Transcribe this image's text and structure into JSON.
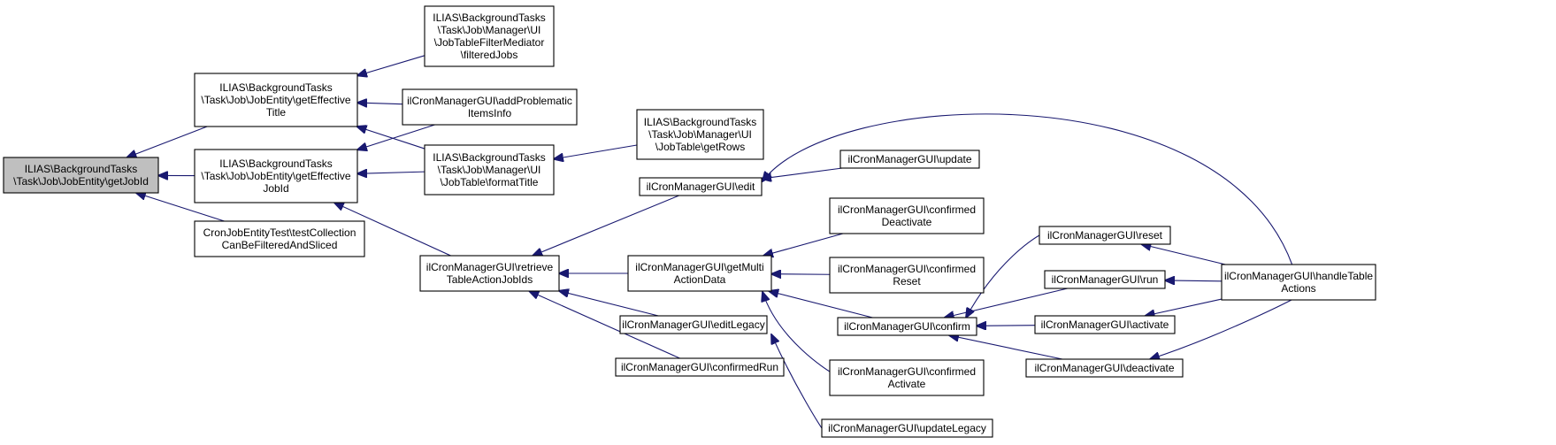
{
  "colors": {
    "edge": "#191970",
    "root_fill": "#bfbfbf",
    "node_fill": "#ffffff",
    "border": "#000000"
  },
  "nodes": [
    {
      "id": "n0",
      "lines": [
        "ILIAS\\BackgroundTasks",
        "\\Task\\Job\\JobEntity\\getJobId"
      ],
      "root": true
    },
    {
      "id": "n1",
      "lines": [
        "ILIAS\\BackgroundTasks",
        "\\Task\\Job\\JobEntity\\getEffective",
        "Title"
      ]
    },
    {
      "id": "n2",
      "lines": [
        "ILIAS\\BackgroundTasks",
        "\\Task\\Job\\JobEntity\\getEffective",
        "JobId"
      ]
    },
    {
      "id": "n3",
      "lines": [
        "CronJobEntityTest\\testCollection",
        "CanBeFilteredAndSliced"
      ]
    },
    {
      "id": "n4",
      "lines": [
        "ILIAS\\BackgroundTasks",
        "\\Task\\Job\\Manager\\UI",
        "\\JobTableFilterMediator",
        "\\filteredJobs"
      ]
    },
    {
      "id": "n5",
      "lines": [
        "ilCronManagerGUI\\addProblematic",
        "ItemsInfo"
      ]
    },
    {
      "id": "n6",
      "lines": [
        "ILIAS\\BackgroundTasks",
        "\\Task\\Job\\Manager\\UI",
        "\\JobTable\\formatTitle"
      ]
    },
    {
      "id": "n7",
      "lines": [
        "ilCronManagerGUI\\retrieve",
        "TableActionJobIds"
      ]
    },
    {
      "id": "n8",
      "lines": [
        "ILIAS\\BackgroundTasks",
        "\\Task\\Job\\Manager\\UI",
        "\\JobTable\\getRows"
      ]
    },
    {
      "id": "n9",
      "lines": [
        "ilCronManagerGUI\\edit"
      ]
    },
    {
      "id": "n10",
      "lines": [
        "ilCronManagerGUI\\getMulti",
        "ActionData"
      ]
    },
    {
      "id": "n11",
      "lines": [
        "ilCronManagerGUI\\editLegacy"
      ]
    },
    {
      "id": "n12",
      "lines": [
        "ilCronManagerGUI\\confirmedRun"
      ]
    },
    {
      "id": "n13",
      "lines": [
        "ilCronManagerGUI\\update"
      ]
    },
    {
      "id": "n14",
      "lines": [
        "ilCronManagerGUI\\confirmed",
        "Deactivate"
      ]
    },
    {
      "id": "n15",
      "lines": [
        "ilCronManagerGUI\\confirmed",
        "Reset"
      ]
    },
    {
      "id": "n16",
      "lines": [
        "ilCronManagerGUI\\confirm"
      ]
    },
    {
      "id": "n17",
      "lines": [
        "ilCronManagerGUI\\confirmed",
        "Activate"
      ]
    },
    {
      "id": "n18",
      "lines": [
        "ilCronManagerGUI\\updateLegacy"
      ]
    },
    {
      "id": "n19",
      "lines": [
        "ilCronManagerGUI\\reset"
      ]
    },
    {
      "id": "n20",
      "lines": [
        "ilCronManagerGUI\\run"
      ]
    },
    {
      "id": "n21",
      "lines": [
        "ilCronManagerGUI\\activate"
      ]
    },
    {
      "id": "n22",
      "lines": [
        "ilCronManagerGUI\\deactivate"
      ]
    },
    {
      "id": "n23",
      "lines": [
        "ilCronManagerGUI\\handleTable",
        "Actions"
      ]
    }
  ],
  "edges": [
    {
      "from": "n1",
      "to": "n0"
    },
    {
      "from": "n2",
      "to": "n0"
    },
    {
      "from": "n3",
      "to": "n0"
    },
    {
      "from": "n4",
      "to": "n1"
    },
    {
      "from": "n5",
      "to": "n1"
    },
    {
      "from": "n6",
      "to": "n1"
    },
    {
      "from": "n5",
      "to": "n2"
    },
    {
      "from": "n6",
      "to": "n2"
    },
    {
      "from": "n7",
      "to": "n2"
    },
    {
      "from": "n8",
      "to": "n6"
    },
    {
      "from": "n9",
      "to": "n7"
    },
    {
      "from": "n10",
      "to": "n7"
    },
    {
      "from": "n11",
      "to": "n7"
    },
    {
      "from": "n12",
      "to": "n7"
    },
    {
      "from": "n13",
      "to": "n9"
    },
    {
      "from": "n23",
      "to": "n9"
    },
    {
      "from": "n14",
      "to": "n10"
    },
    {
      "from": "n15",
      "to": "n10"
    },
    {
      "from": "n16",
      "to": "n10"
    },
    {
      "from": "n17",
      "to": "n10"
    },
    {
      "from": "n18",
      "to": "n11"
    },
    {
      "from": "n19",
      "to": "n16"
    },
    {
      "from": "n20",
      "to": "n16"
    },
    {
      "from": "n21",
      "to": "n16"
    },
    {
      "from": "n22",
      "to": "n16"
    },
    {
      "from": "n23",
      "to": "n19"
    },
    {
      "from": "n23",
      "to": "n20"
    },
    {
      "from": "n23",
      "to": "n21"
    },
    {
      "from": "n23",
      "to": "n22"
    }
  ]
}
